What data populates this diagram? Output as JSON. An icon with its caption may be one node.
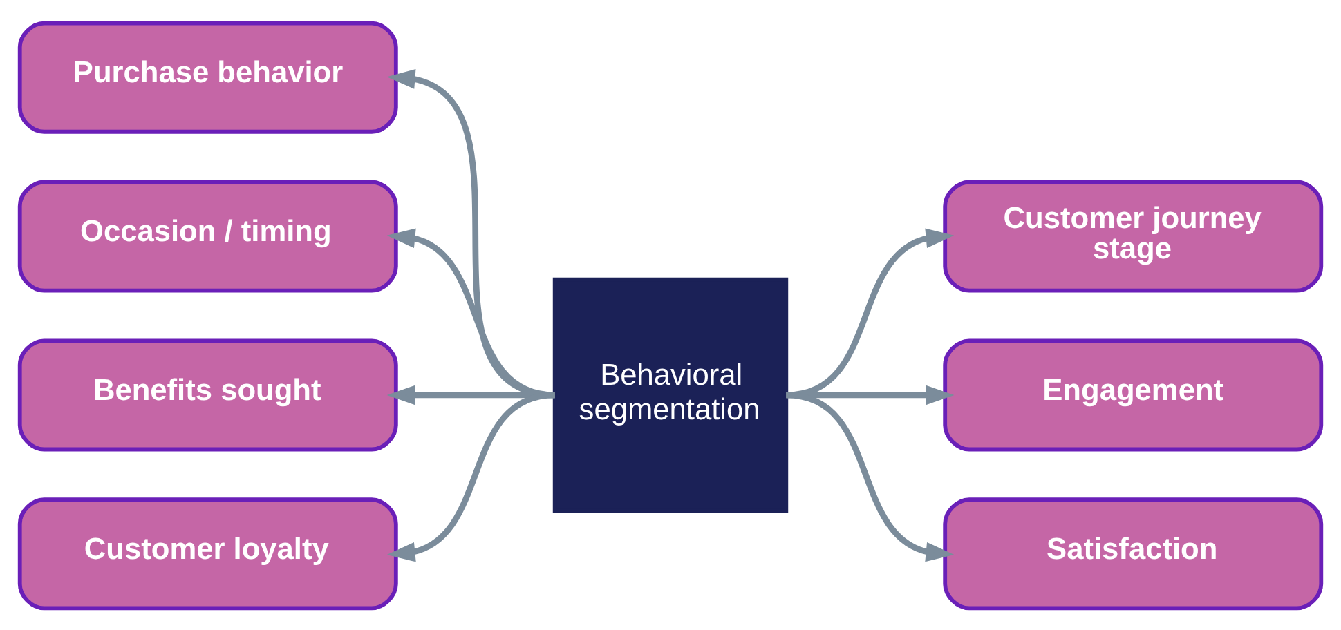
{
  "diagram": {
    "nodes": [
      {
        "text": [
          "Purchase behavior"
        ]
      },
      {
        "text": [
          "Occasion / timing"
        ]
      },
      {
        "text": [
          "Benefits sought"
        ]
      },
      {
        "text": [
          "Customer loyalty"
        ]
      },
      {
        "text": [
          "Behavioral segmentation"
        ]
      },
      {
        "text": [
          "Customer journey stage"
        ]
      },
      {
        "text": [
          "Engagement"
        ]
      },
      {
        "text": [
          "Satisfaction"
        ]
      }
    ],
    "edges": [
      {
        "from": 4,
        "to": 0,
        "arrow": "to"
      },
      {
        "from": 4,
        "to": 1,
        "arrow": "to"
      },
      {
        "from": 4,
        "to": 2,
        "arrow": "to"
      },
      {
        "from": 4,
        "to": 3,
        "arrow": "to"
      },
      {
        "from": 4,
        "to": 5,
        "arrow": "to"
      },
      {
        "from": 4,
        "to": 6,
        "arrow": "to"
      },
      {
        "from": 4,
        "to": 7,
        "arrow": "to"
      }
    ]
  }
}
